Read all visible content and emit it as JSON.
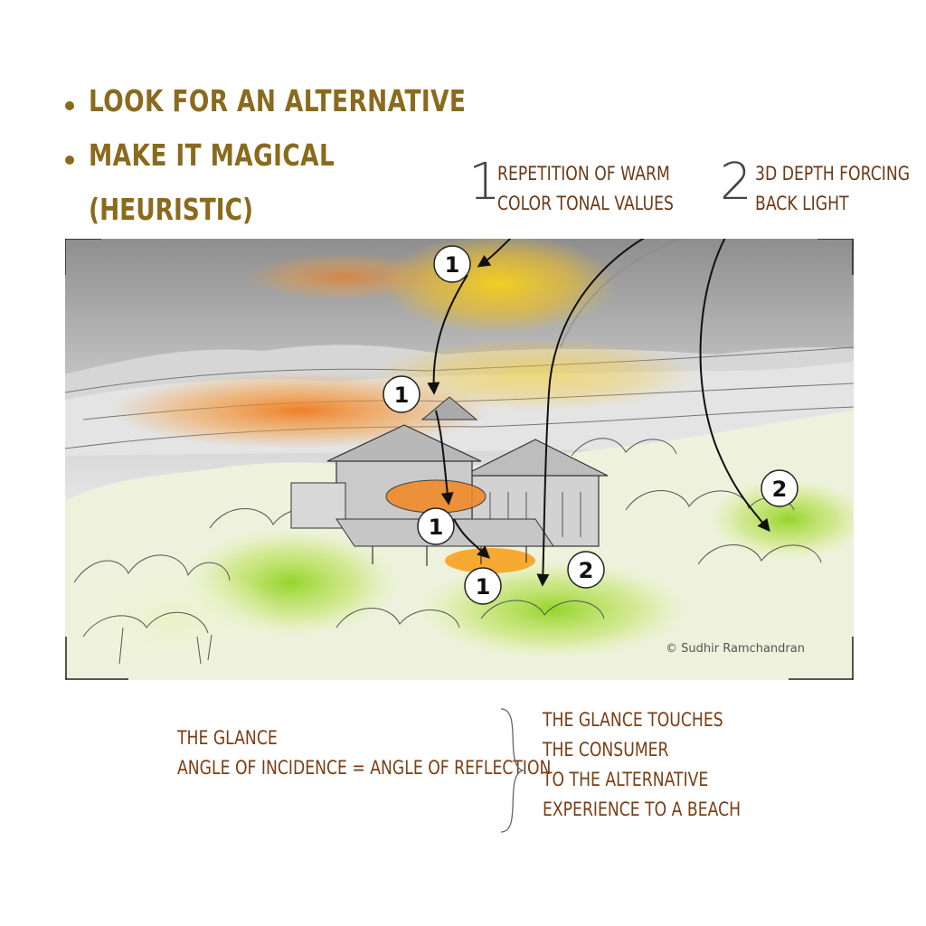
{
  "bullets": {
    "item1": "LOOK FOR AN ALTERNATIVE",
    "item2": "MAKE IT MAGICAL",
    "item2_cont": "(HEURISTIC)"
  },
  "legend": {
    "one": {
      "number": "1",
      "line1": "REPETITION OF WARM",
      "line2": "COLOR TONAL VALUES"
    },
    "two": {
      "number": "2",
      "line1": "3D DEPTH FORCING",
      "line2": "BACK LIGHT"
    }
  },
  "markers": {
    "one": "1",
    "two": "2"
  },
  "credit": "© Sudhir Ramchandran",
  "caption_left": {
    "line1": "THE GLANCE",
    "line2": "ANGLE OF INCIDENCE = ANGLE OF REFLECTION"
  },
  "caption_right": {
    "line1": "THE GLANCE TOUCHES",
    "line2": "THE CONSUMER",
    "line3": "TO THE ALTERNATIVE",
    "line4": "EXPERIENCE TO A BEACH"
  },
  "colors": {
    "heading": "#8a6a1c",
    "legend_text": "#6b3a17",
    "warm_orange": "#f07a1e",
    "warm_yellow": "#f6d21c",
    "foliage_green": "#8fd321"
  }
}
